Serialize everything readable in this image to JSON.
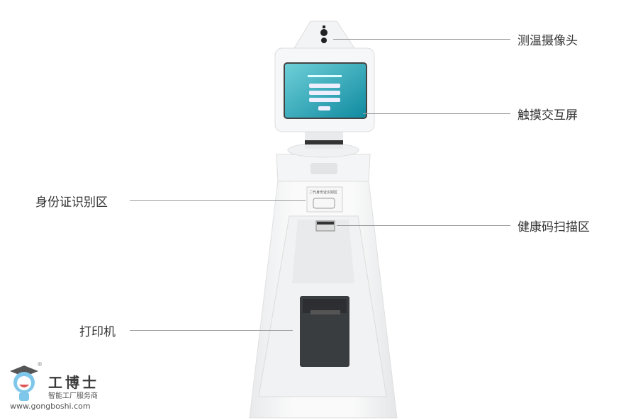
{
  "callouts": {
    "camera": "测温摄像头",
    "screen": "触摸交互屏",
    "id_area": "身份证识别区",
    "health_code": "健康码扫描区",
    "printer": "打印机"
  },
  "device": {
    "id_panel_label": "二代身份证识别区"
  },
  "logo": {
    "name": "工博士",
    "slogan": "智能工厂服务商",
    "url": "www.gongboshi.com",
    "registered": "®"
  },
  "colors": {
    "screen": "#1a9bab",
    "text": "#333333",
    "printer": "#3a3d40"
  }
}
